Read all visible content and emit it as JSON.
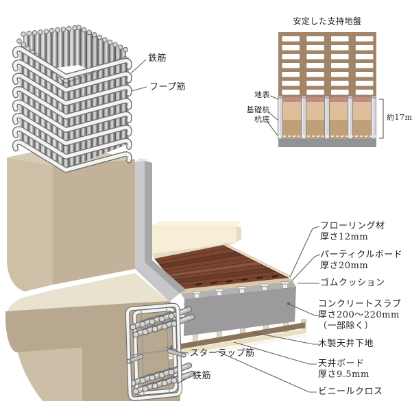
{
  "page": {
    "background": "#ffffff"
  },
  "colors": {
    "concrete_tan": "#c3b29a",
    "concrete_cream": "#e9e2cf",
    "slab_gray": "#9c9a9c",
    "wood_brown": "#7a4530",
    "steel_gray": "#bfbfbf",
    "building_brown": "#a28569",
    "soil_surface_pink": "#c28b84",
    "soil_light": "#debf9c",
    "soil_dark": "#c0a078",
    "support_ground_gray": "#8f949b"
  },
  "main_diagram": {
    "labels": {
      "rebar_top": "鉄筋",
      "hoop_tie": "フープ筋",
      "stirrup_tie": "スターラップ筋",
      "rebar_bottom": "鉄筋",
      "flooring_l1": "フローリング材",
      "flooring_l2": "厚さ12mm",
      "particle_board_l1": "パーティクルボード",
      "particle_board_l2": "厚さ20mm",
      "rubber_cushion": "ゴムクッション",
      "concrete_slab_l1": "コンクリートスラブ",
      "concrete_slab_l2": "厚さ200～220mm",
      "concrete_slab_l3": "（一部除く）",
      "wood_ceiling_base": "木製天井下地",
      "ceiling_board_l1": "天井ボード",
      "ceiling_board_l2": "厚さ9.5mm",
      "vinyl_cloth": "ビニールクロス"
    }
  },
  "inset_diagram": {
    "title": "安定した支持地盤",
    "labels": {
      "ground_surface": "地表",
      "foundation_pile": "基礎杭",
      "pile_bottom": "杭底",
      "pile_depth": "約17m"
    }
  }
}
